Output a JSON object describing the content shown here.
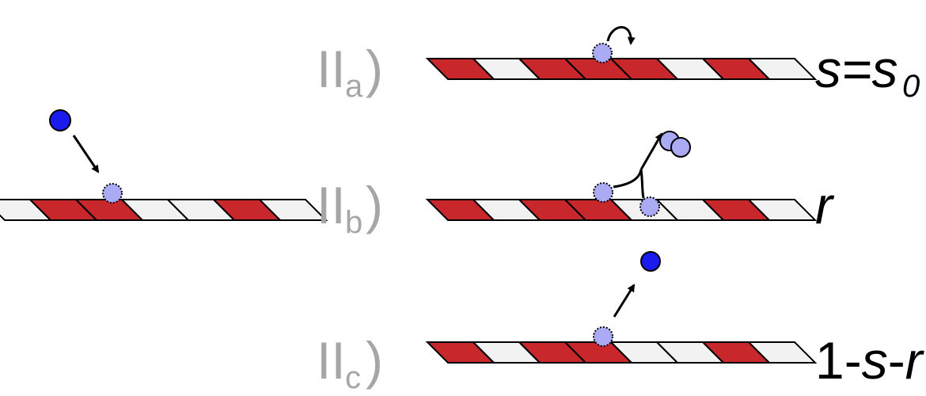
{
  "colors": {
    "red_segment": "#c8282b",
    "white_segment": "#f2f2f2",
    "outline": "#000000",
    "dark_particle": "#1b1bf0",
    "light_particle": "#aaaaf5",
    "label_gray": "#a6a6a6"
  },
  "icons": {
    "incoming_particle": "dark-blue-circle",
    "adsorbed_particle": "light-blue-dotted-circle",
    "hop_arrow": "curved-arrow",
    "dimer": "two-light-blue-circles"
  },
  "cases": {
    "a": {
      "roman": "II",
      "sub": "a",
      "paren": ")",
      "prob_main": "s=s",
      "prob_sub": "0"
    },
    "b": {
      "roman": "II",
      "sub": "b",
      "paren": ")",
      "prob_main": "r"
    },
    "c": {
      "roman": "II",
      "sub": "c",
      "paren": ")",
      "prob_pre": "1-",
      "prob_s": "s",
      "prob_mid": "-",
      "prob_r": "r"
    }
  }
}
